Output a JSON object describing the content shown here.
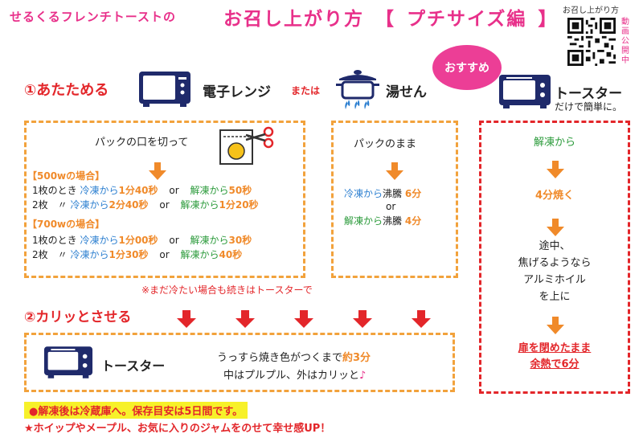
{
  "header": {
    "left": "せるくるフレンチトーストの",
    "title": "お召し上がり方",
    "bracket_open": "【",
    "subtitle": "プチサイズ編",
    "bracket_close": "】",
    "qr_label": "お召し上がり方",
    "qr_vertical": "動画公開中"
  },
  "section1": {
    "step": "①あたためる",
    "microwave": "電子レンジ",
    "or": "または",
    "bath": "湯せん",
    "badge": "おすすめ",
    "toaster": "トースター",
    "toaster_note": "だけで簡単に。"
  },
  "microwave_box": {
    "cut": "パックの口を切って",
    "w500": "【500wの場合】",
    "w700": "【700wの場合】",
    "rows_500": [
      {
        "count": "1枚のとき",
        "frozen": "冷凍から",
        "frozen_time": "1分40秒",
        "or": "or",
        "thawed": "解凍から",
        "thawed_time": "50秒"
      },
      {
        "count": "2枚　〃",
        "frozen": "冷凍から",
        "frozen_time": "2分40秒",
        "or": "or",
        "thawed": "解凍から",
        "thawed_time": "1分20秒"
      }
    ],
    "rows_700": [
      {
        "count": "1枚のとき",
        "frozen": "冷凍から",
        "frozen_time": "1分00秒",
        "or": "or",
        "thawed": "解凍から",
        "thawed_time": "30秒"
      },
      {
        "count": "2枚　〃",
        "frozen": "冷凍から",
        "frozen_time": "1分30秒",
        "or": "or",
        "thawed": "解凍から",
        "thawed_time": "40秒"
      }
    ]
  },
  "bath_box": {
    "title": "パックのまま",
    "line1_a": "冷凍から",
    "line1_b": "沸騰",
    "line1_c": "6分",
    "or": "or",
    "line2_a": "解凍から",
    "line2_b": "沸騰",
    "line2_c": "4分"
  },
  "toaster_box": {
    "step1": "解凍から",
    "step2": "4分焼く",
    "step3_l1": "途中、",
    "step3_l2": "焦げるようなら",
    "step3_l3": "アルミホイル",
    "step3_l4": "を上に",
    "step4_l1": "扉を閉めたまま",
    "step4_l2": "余熱で6分"
  },
  "note_cold": "※まだ冷たい場合も続きはトースターで",
  "section2": {
    "step": "②カリッとさせる",
    "toaster": "トースター",
    "line1_a": "うっすら焼き色がつくまで",
    "line1_b": "約3分",
    "line2_a": "中はプルプル、外はカリッと",
    "line2_b": "♪"
  },
  "footer": {
    "line1": "●解凍後は冷蔵庫へ。保存目安は5日間です。",
    "line2": "★ホイップやメープル、お気に入りのジャムをのせて幸せ感UP！"
  },
  "colors": {
    "pink": "#e8308a",
    "red": "#e3262a",
    "orange": "#f08a2a",
    "dash_orange": "#f2a23c",
    "blue": "#2c7fd0",
    "green": "#2a9a3a",
    "navy": "#1f2a6b",
    "highlight": "#f7f12a"
  }
}
